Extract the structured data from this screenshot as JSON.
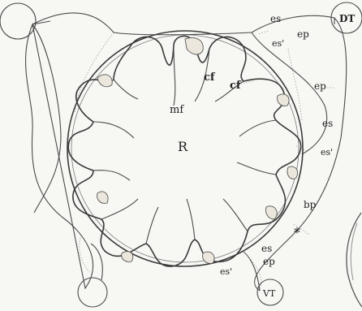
{
  "figure": {
    "labels": {
      "dorsal_tentacle": "DT",
      "ventral_tentacle": "VT",
      "rumen": "R",
      "median_fold": "mf",
      "collar_fold_1": "cf",
      "collar_fold_2": "cf",
      "es_top": "es",
      "es_prime_top": "es'",
      "ep_top": "ep",
      "ep_right": "ep",
      "es_right": "es",
      "es_prime_right": "es'",
      "bp": "bp",
      "asterisk": "*",
      "es_bottom": "es",
      "ep_bottom": "ep",
      "es_prime_bottom": "es'"
    }
  }
}
